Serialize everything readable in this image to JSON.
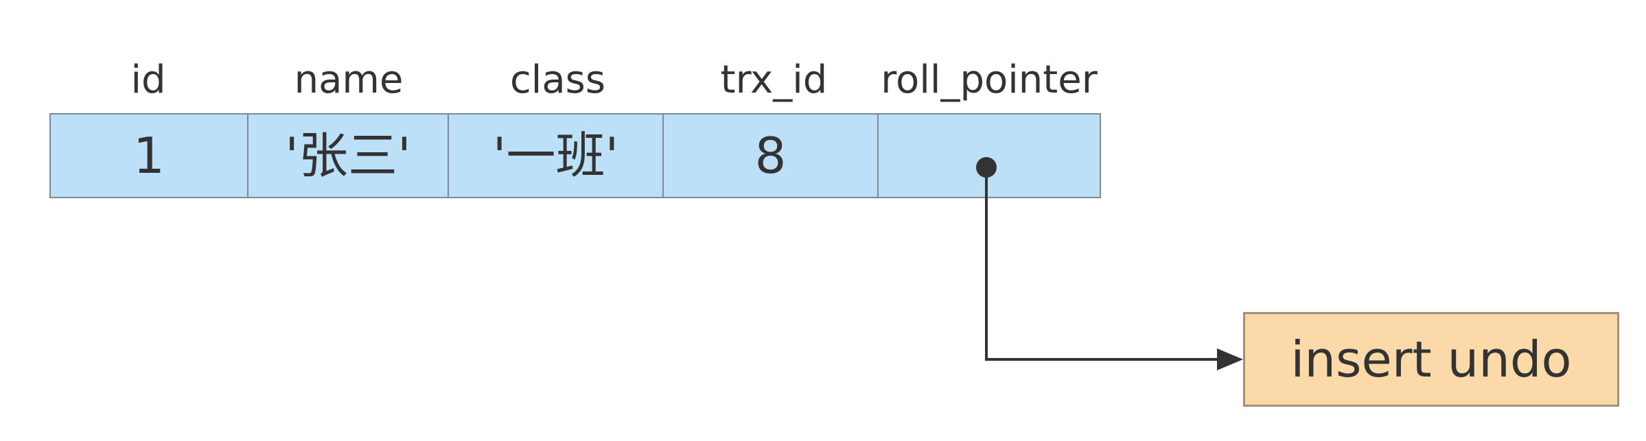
{
  "record": {
    "headers": [
      "id",
      "name",
      "class",
      "trx_id",
      "roll_pointer"
    ],
    "values": [
      "1",
      "'张三'",
      "'一班'",
      "8",
      ""
    ]
  },
  "undo_log": {
    "label": "insert undo"
  },
  "colors": {
    "cell_fill": "#bde0f9",
    "cell_border": "#7d8a94",
    "undo_fill": "#fbd9a8",
    "undo_border": "#a0917c",
    "arrow": "#333333"
  }
}
